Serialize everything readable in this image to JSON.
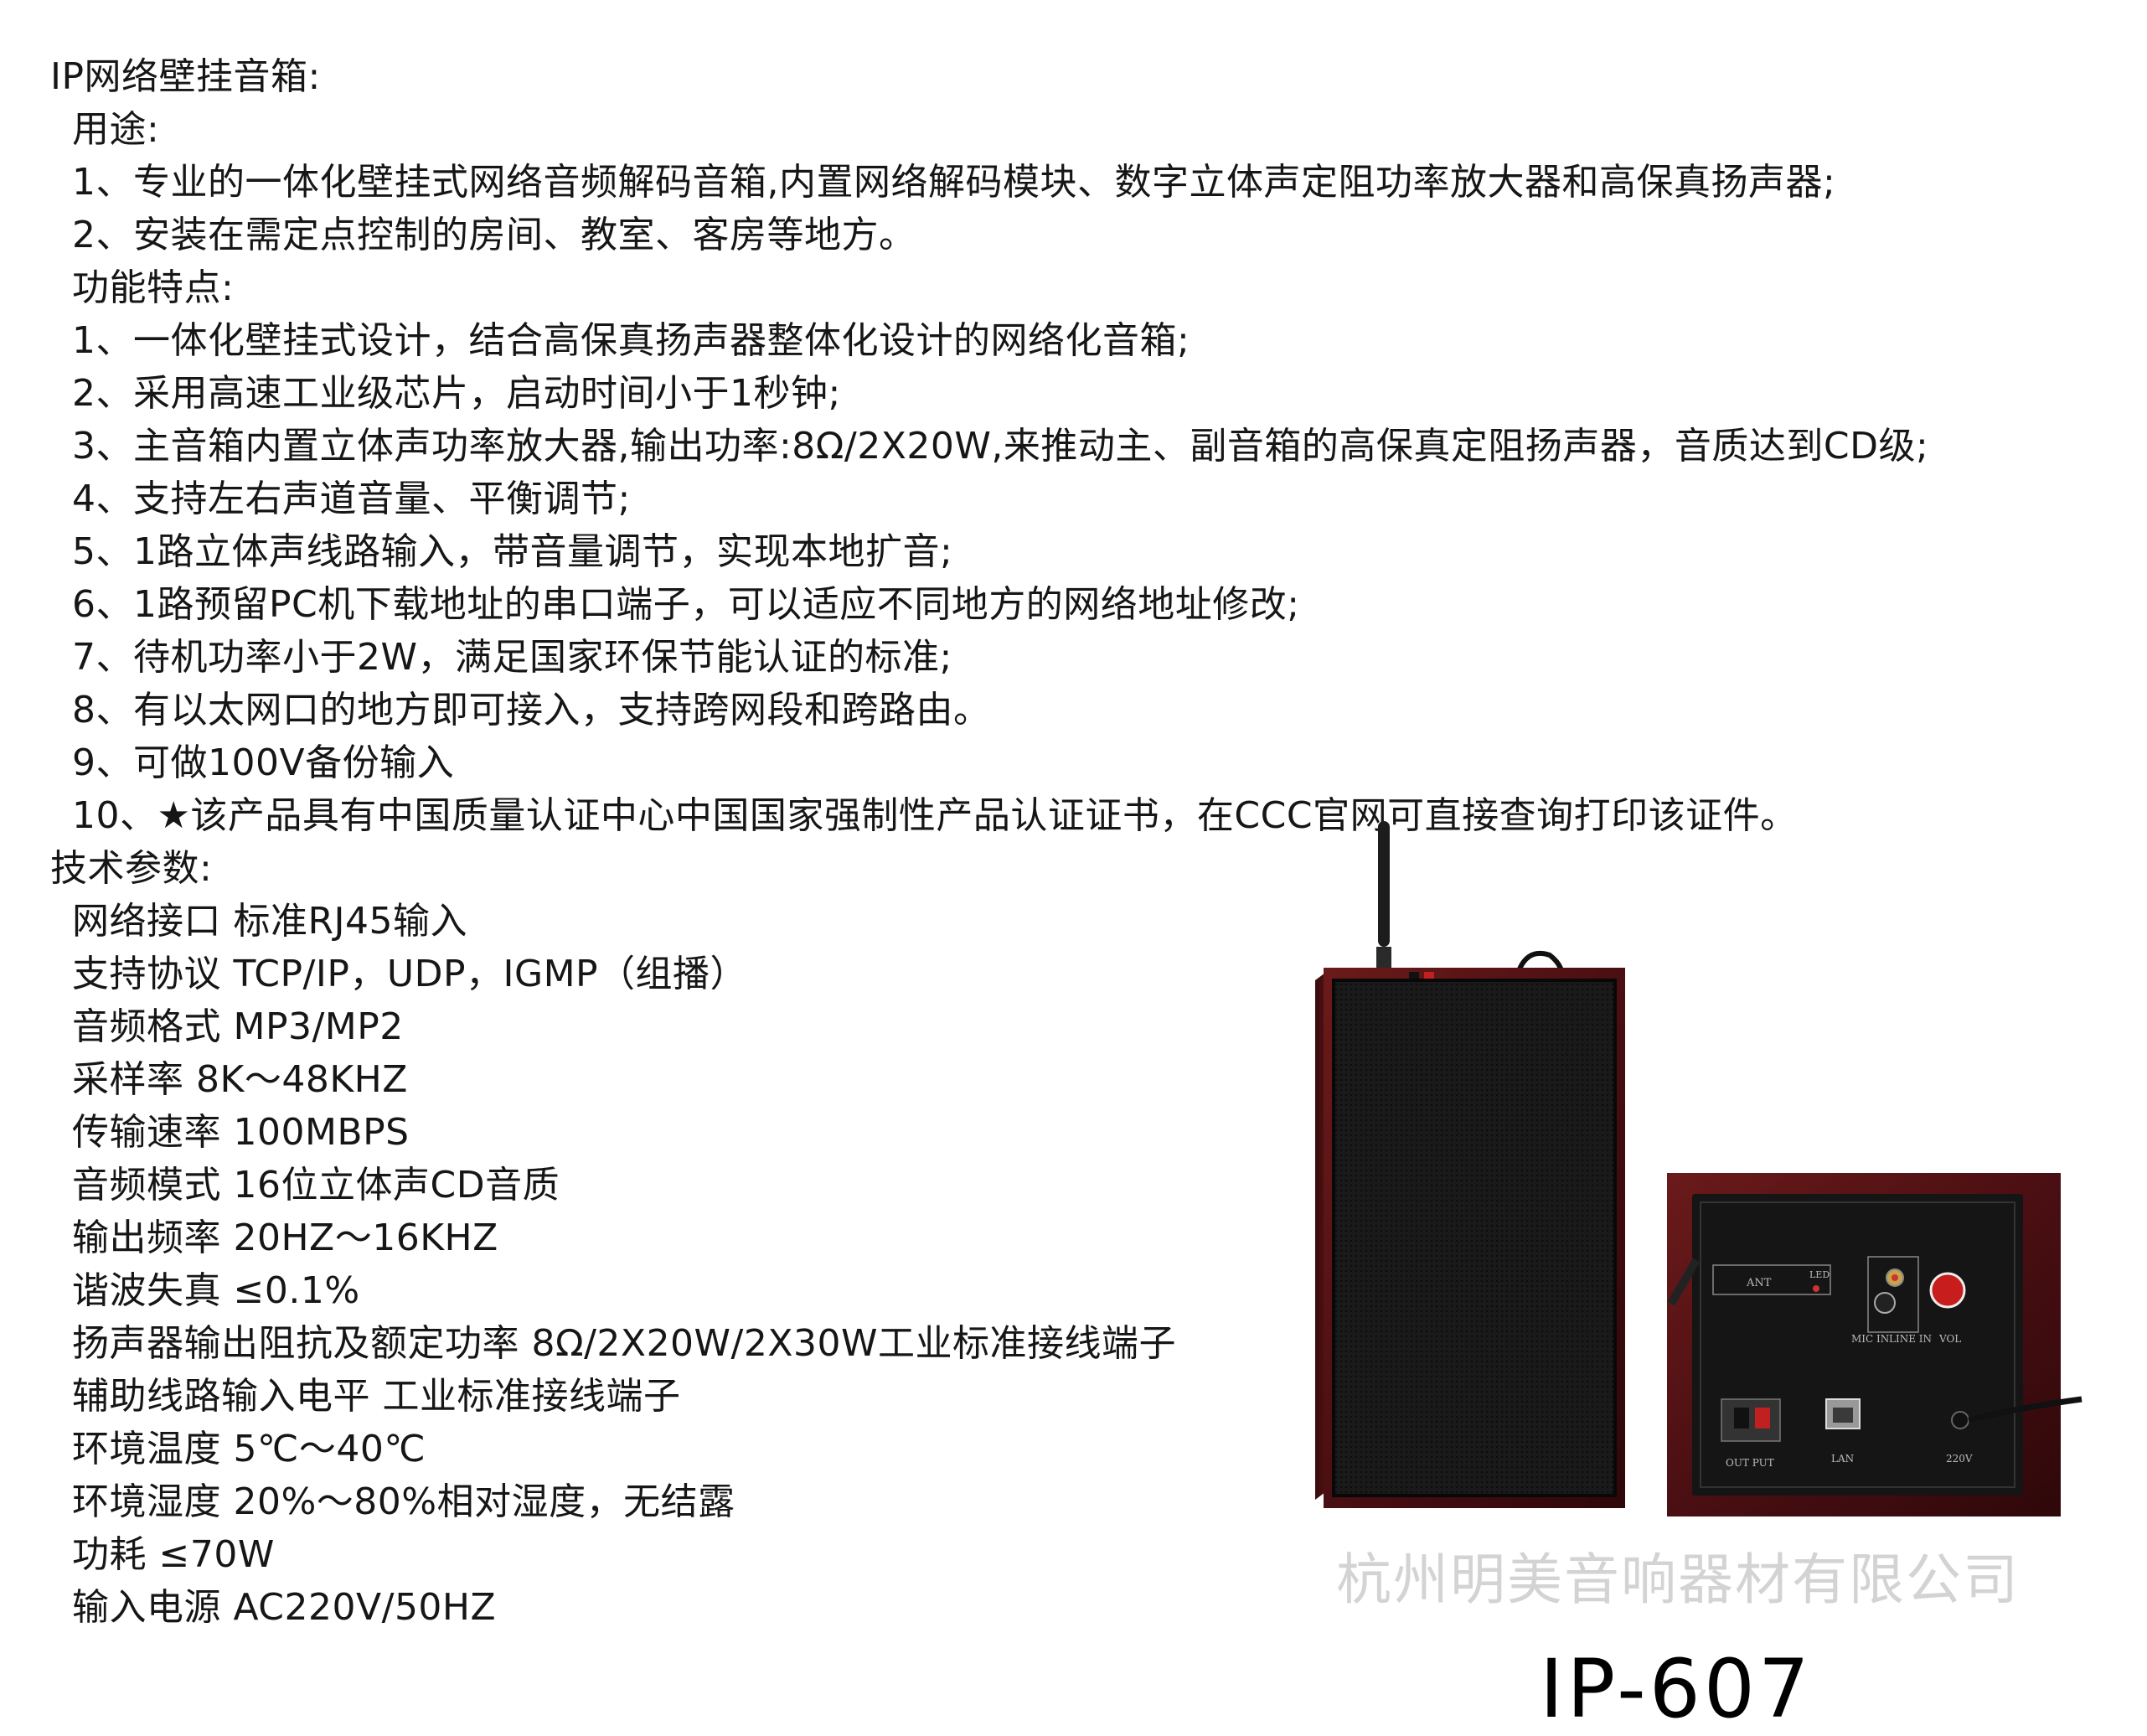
{
  "title": "IP网络壁挂音箱:",
  "usage": {
    "heading": "用途:",
    "items": [
      "1、专业的一体化壁挂式网络音频解码音箱,内置网络解码模块、数字立体声定阻功率放大器和高保真扬声器;",
      "2、安装在需定点控制的房间、教室、客房等地方。"
    ]
  },
  "features": {
    "heading": "功能特点:",
    "items": [
      "1、一体化壁挂式设计，结合高保真扬声器整体化设计的网络化音箱;",
      "2、采用高速工业级芯片，启动时间小于1秒钟;",
      "3、主音箱内置立体声功率放大器,输出功率:8Ω/2X20W,来推动主、副音箱的高保真定阻扬声器，音质达到CD级;",
      "4、支持左右声道音量、平衡调节;",
      "5、1路立体声线路输入，带音量调节，实现本地扩音;",
      "6、1路预留PC机下载地址的串口端子，可以适应不同地方的网络地址修改;",
      "7、待机功率小于2W，满足国家环保节能认证的标准;",
      "8、有以太网口的地方即可接入，支持跨网段和跨路由。",
      "9、可做100V备份输入",
      "10、★该产品具有中国质量认证中心中国国家强制性产品认证证书，在CCC官网可直接查询打印该证件。"
    ]
  },
  "specs": {
    "heading": "技术参数:",
    "items": [
      "网络接口 标准RJ45输入",
      "支持协议 TCP/IP，UDP，IGMP（组播）",
      "音频格式 MP3/MP2",
      "采样率 8K～48KHZ",
      "传输速率 100MBPS",
      "音频模式 16位立体声CD音质",
      "输出频率 20HZ～16KHZ",
      "谐波失真 ≤0.1%",
      "扬声器输出阻抗及额定功率 8Ω/2X20W/2X30W工业标准接线端子",
      "辅助线路输入电平 工业标准接线端子",
      "环境温度 5℃～40℃",
      "环境湿度 20%～80%相对湿度，无结露",
      "功耗 ≤70W",
      "输入电源 AC220V/50HZ"
    ]
  },
  "panel_labels": {
    "ant": "ANT",
    "led": "LED",
    "mic_in": "MIC IN",
    "line_in": "LINE IN",
    "vol": "VOL",
    "output": "OUT PUT",
    "lan": "LAN",
    "power": "220V"
  },
  "watermark": "杭州明美音响器材有限公司",
  "model": "IP-607"
}
